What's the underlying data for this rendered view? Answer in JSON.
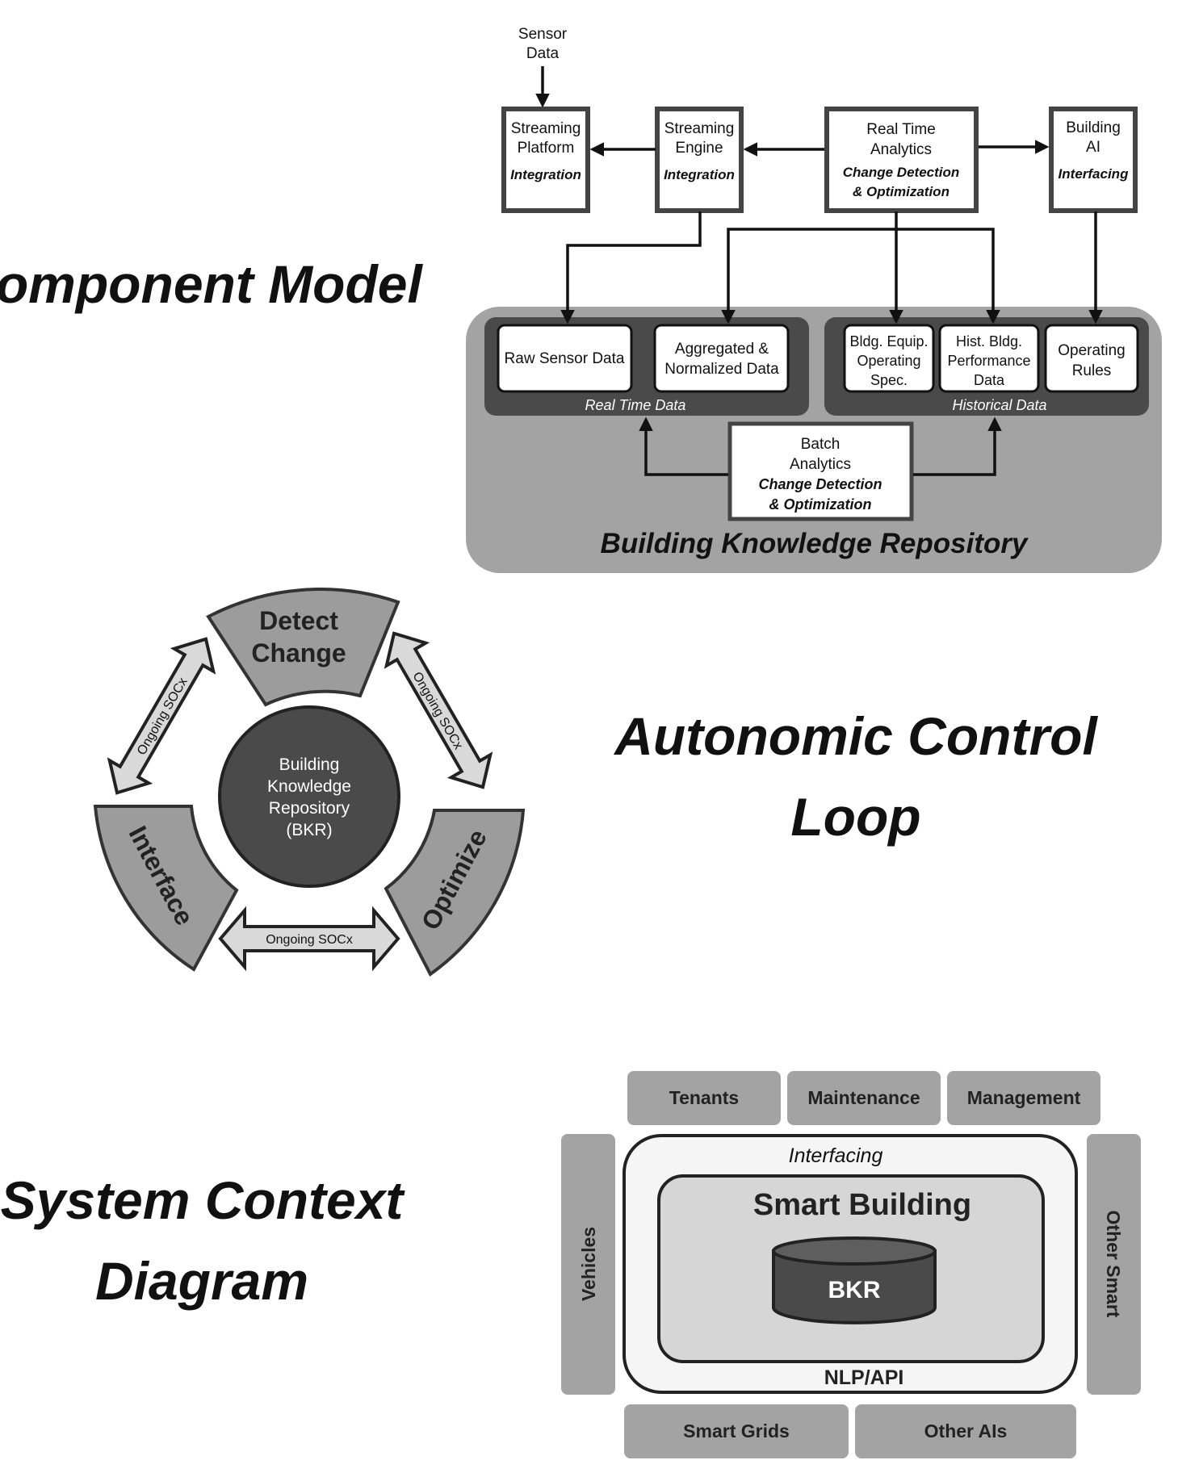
{
  "titles": {
    "component_model": "Component Model",
    "autonomic_line1": "Autonomic Control",
    "autonomic_line2": "Loop",
    "system_context_line1": "System Context",
    "system_context_line2": "Diagram"
  },
  "component_model": {
    "sensor_line1": "Sensor",
    "sensor_line2": "Data",
    "streaming_platform": {
      "line1": "Streaming",
      "line2": "Platform",
      "role": "Integration"
    },
    "streaming_engine": {
      "line1": "Streaming",
      "line2": "Engine",
      "role": "Integration"
    },
    "real_time_analytics": {
      "line1": "Real Time",
      "line2": "Analytics",
      "role1": "Change Detection",
      "role2": "& Optimization"
    },
    "building_ai": {
      "line1": "Building",
      "line2": "AI",
      "role": "Interfacing"
    },
    "raw_sensor_data": "Raw Sensor Data",
    "aggregated": {
      "line1": "Aggregated &",
      "line2": "Normalized Data"
    },
    "real_time_data": "Real Time Data",
    "bldg_equip": {
      "line1": "Bldg. Equip.",
      "line2": "Operating",
      "line3": "Spec."
    },
    "hist_bldg": {
      "line1": "Hist. Bldg.",
      "line2": "Performance",
      "line3": "Data"
    },
    "operating_rules": {
      "line1": "Operating",
      "line2": "Rules"
    },
    "historical_data": "Historical Data",
    "batch_analytics": {
      "line1": "Batch",
      "line2": "Analytics",
      "role1": "Change Detection",
      "role2": "& Optimization"
    },
    "repository": "Building Knowledge Repository"
  },
  "control_loop": {
    "detect_line1": "Detect",
    "detect_line2": "Change",
    "interface": "Interface",
    "optimize": "Optimize",
    "center": {
      "line1": "Building",
      "line2": "Knowledge",
      "line3": "Repository",
      "line4": "(BKR)"
    },
    "ongoing_left": "Ongoing SOCx",
    "ongoing_right": "Ongoing SOCx",
    "ongoing_bottom": "Ongoing SOCx"
  },
  "system_context": {
    "tenants": "Tenants",
    "maintenance": "Maintenance",
    "management": "Management",
    "vehicles": "Vehicles",
    "other_smart": "Other Smart",
    "interfacing": "Interfacing",
    "smart_building": "Smart Building",
    "bkr": "BKR",
    "nlp_api": "NLP/API",
    "smart_grids": "Smart Grids",
    "other_ais": "Other AIs"
  }
}
